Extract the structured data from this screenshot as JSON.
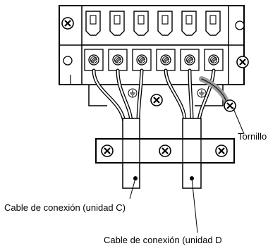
{
  "labels": {
    "screw": "Tornillo",
    "cable_c": "Cable de conexión (unidad C)",
    "cable_d": "Cable de conexión (unidad D"
  },
  "terminal_count": 6,
  "colors": {
    "line": "#000000",
    "fill": "#ffffff",
    "shade": "#9a9a9a"
  }
}
